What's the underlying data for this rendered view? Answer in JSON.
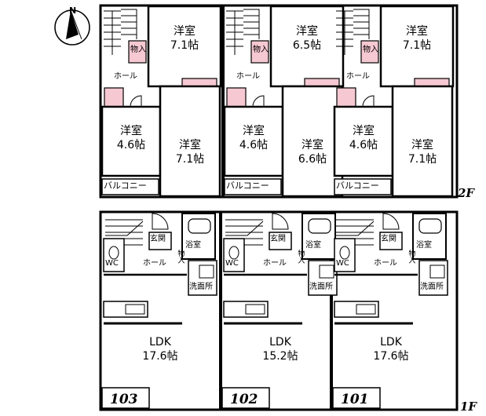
{
  "floors": {
    "upper": {
      "label": "2F",
      "units": [
        {
          "big_room_a": {
            "name": "洋室",
            "size": "7.1帖"
          },
          "room_left": {
            "name": "洋室",
            "size": "4.6帖"
          },
          "room_right": {
            "name": "洋室",
            "size": "7.1帖"
          },
          "balcony": "バルコニー",
          "storage": "物入",
          "hall": "ホール"
        },
        {
          "big_room_a": {
            "name": "洋室",
            "size": "6.5帖"
          },
          "room_left": {
            "name": "洋室",
            "size": "4.6帖"
          },
          "room_right": {
            "name": "洋室",
            "size": "6.6帖"
          },
          "balcony": "バルコニー",
          "storage": "物入",
          "hall": "ホール"
        },
        {
          "big_room_a": {
            "name": "洋室",
            "size": "7.1帖"
          },
          "room_left": {
            "name": "洋室",
            "size": "4.6帖"
          },
          "room_right": {
            "name": "洋室",
            "size": "7.1帖"
          },
          "balcony": "バルコニー",
          "storage": "物入",
          "hall": "ホール"
        }
      ]
    },
    "lower": {
      "label": "1F",
      "units": [
        {
          "number": "103",
          "ldk": {
            "name": "LDK",
            "size": "17.6帖"
          },
          "entrance": "玄関",
          "bath": "浴室",
          "wc": "WC",
          "hall": "ホール",
          "storage": "物入",
          "washroom": "洗面所"
        },
        {
          "number": "102",
          "ldk": {
            "name": "LDK",
            "size": "15.2帖"
          },
          "entrance": "玄関",
          "bath": "浴室",
          "wc": "WC",
          "hall": "ホール",
          "storage": "物入",
          "washroom": "洗面所"
        },
        {
          "number": "101",
          "ldk": {
            "name": "LDK",
            "size": "17.6帖"
          },
          "entrance": "玄関",
          "bath": "浴室",
          "wc": "WC",
          "hall": "ホール",
          "storage": "物入",
          "washroom": "洗面所"
        }
      ]
    }
  },
  "compass": {
    "label": "N"
  },
  "colors": {
    "wall": "#000000",
    "closet": "#f6c8d2",
    "floor": "#ffffff"
  }
}
